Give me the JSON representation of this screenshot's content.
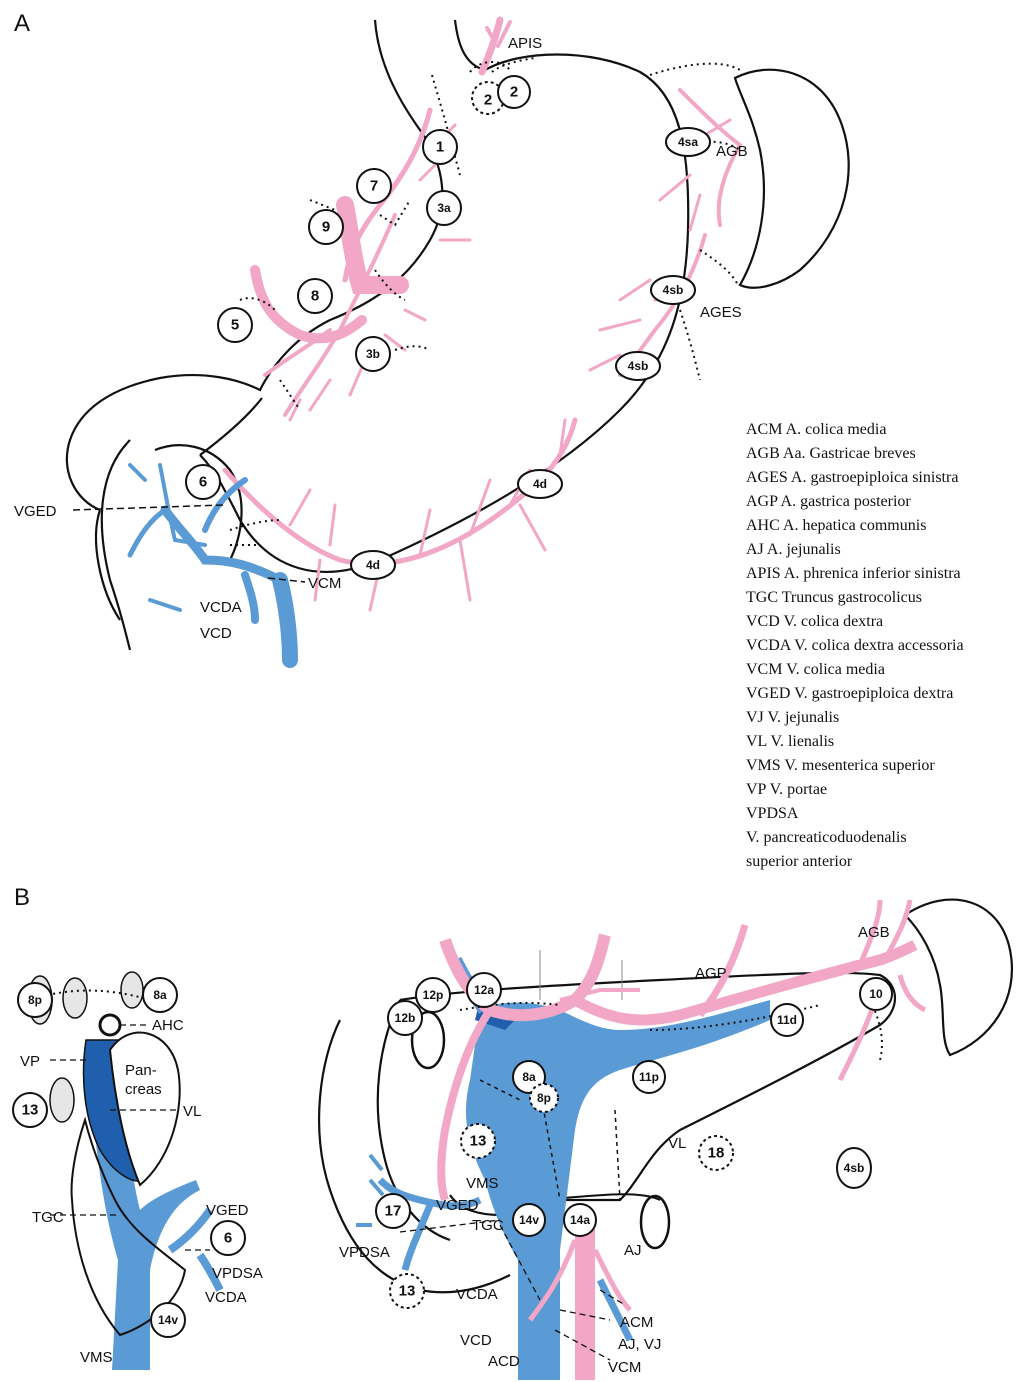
{
  "panels": {
    "a": "A",
    "b": "B"
  },
  "colors": {
    "artery": "#f2a7c6",
    "vein": "#5b9bd5",
    "vein_dark": "#1f5fae",
    "outline": "#111111"
  },
  "panel_a": {
    "nodes": [
      "1",
      "2",
      "2",
      "3a",
      "3b",
      "4sa",
      "4sb",
      "4sb",
      "4d",
      "4d",
      "5",
      "6",
      "7",
      "8",
      "9"
    ],
    "labels": {
      "apis": "APIS",
      "agb": "AGB",
      "ages": "AGES",
      "vged": "VGED",
      "vcm": "VCM",
      "vcda": "VCDA",
      "vcd": "VCD"
    }
  },
  "panel_b_left": {
    "nodes": [
      "8p",
      "8a",
      "13",
      "6",
      "14v"
    ],
    "labels": {
      "ahc": "AHC",
      "vp": "VP",
      "pancreas": "Pan-\ncreas",
      "vl": "VL",
      "vged": "VGED",
      "tgc": "TGC",
      "vpdsa": "VPDSA",
      "vcda": "VCDA",
      "vms": "VMS"
    }
  },
  "panel_b_right": {
    "nodes": [
      "12b",
      "12p",
      "12a",
      "8a",
      "8p",
      "11p",
      "11d",
      "10",
      "4sb",
      "13",
      "18",
      "17",
      "14v",
      "14a",
      "13"
    ],
    "labels": {
      "agp": "AGP",
      "agb": "AGB",
      "vl": "VL",
      "vms": "VMS",
      "vged": "VGED",
      "tgc": "TGC",
      "vpdsa": "VPDSA",
      "vcda": "VCDA",
      "vcd": "VCD",
      "acd": "ACD",
      "aj": "AJ",
      "acm": "ACM",
      "ajvj": "AJ, VJ",
      "vcm": "VCM"
    }
  },
  "legend": [
    "ACM A. colica media",
    "AGB Aa. Gastricae breves",
    "AGES A. gastroepiploica sinistra",
    "AGP A. gastrica posterior",
    "AHC A. hepatica communis",
    "AJ A. jejunalis",
    "APIS A. phrenica inferior sinistra",
    "TGC Truncus gastrocolicus",
    "VCD V. colica dextra",
    "VCDA V. colica dextra accessoria",
    "VCM V. colica media",
    "VGED V. gastroepiploica dextra",
    "VJ V. jejunalis",
    "VL V. lienalis",
    "VMS V. mesenterica superior",
    "VP V. portae",
    "VPDSA",
    "V. pancreaticoduodenalis",
    "superior anterior"
  ]
}
